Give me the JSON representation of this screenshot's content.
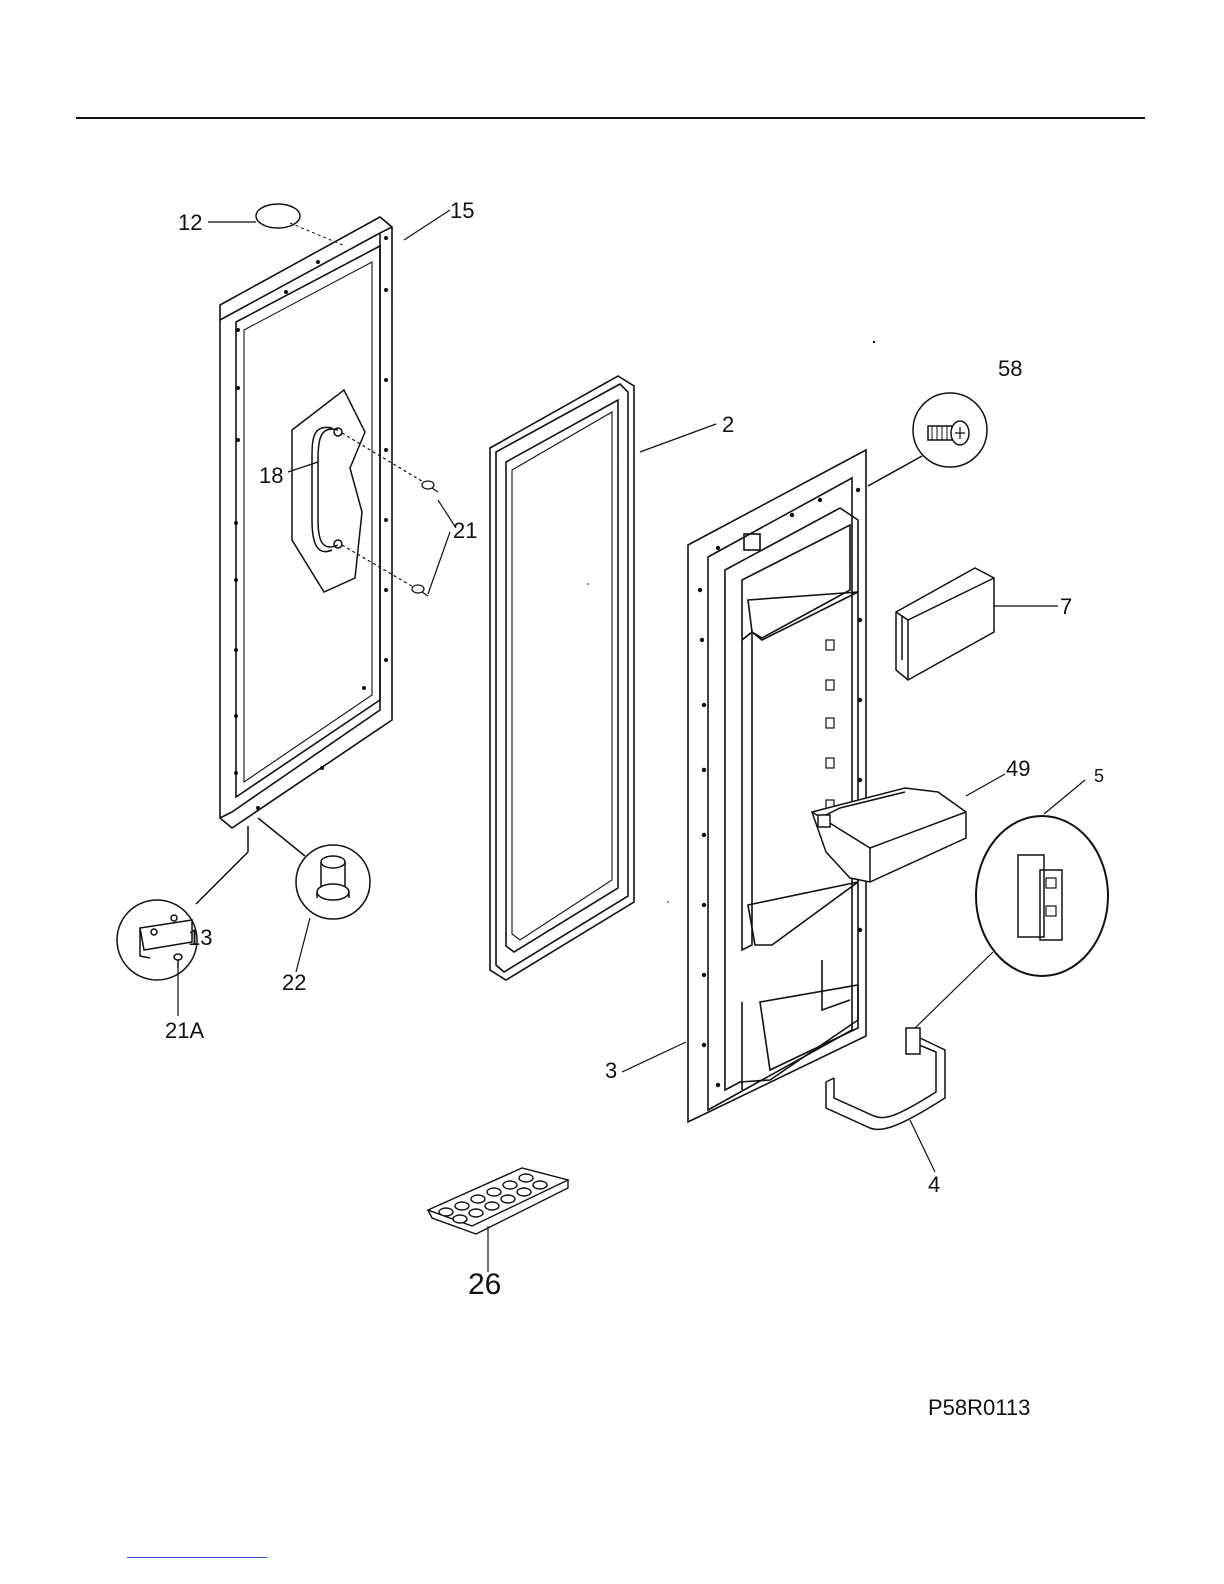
{
  "diagram": {
    "figure_code": "P58R0113",
    "callouts": [
      {
        "id": "c12",
        "label": "12"
      },
      {
        "id": "c15",
        "label": "15"
      },
      {
        "id": "c58",
        "label": "58"
      },
      {
        "id": "c2",
        "label": "2"
      },
      {
        "id": "c18",
        "label": "18"
      },
      {
        "id": "c21",
        "label": "21"
      },
      {
        "id": "c7",
        "label": "7"
      },
      {
        "id": "c49",
        "label": "49"
      },
      {
        "id": "c5",
        "label": "5"
      },
      {
        "id": "c13",
        "label": "13"
      },
      {
        "id": "c22",
        "label": "22"
      },
      {
        "id": "c21a",
        "label": "21A"
      },
      {
        "id": "c3",
        "label": "3"
      },
      {
        "id": "c4",
        "label": "4"
      },
      {
        "id": "c26",
        "label": "26"
      }
    ]
  }
}
